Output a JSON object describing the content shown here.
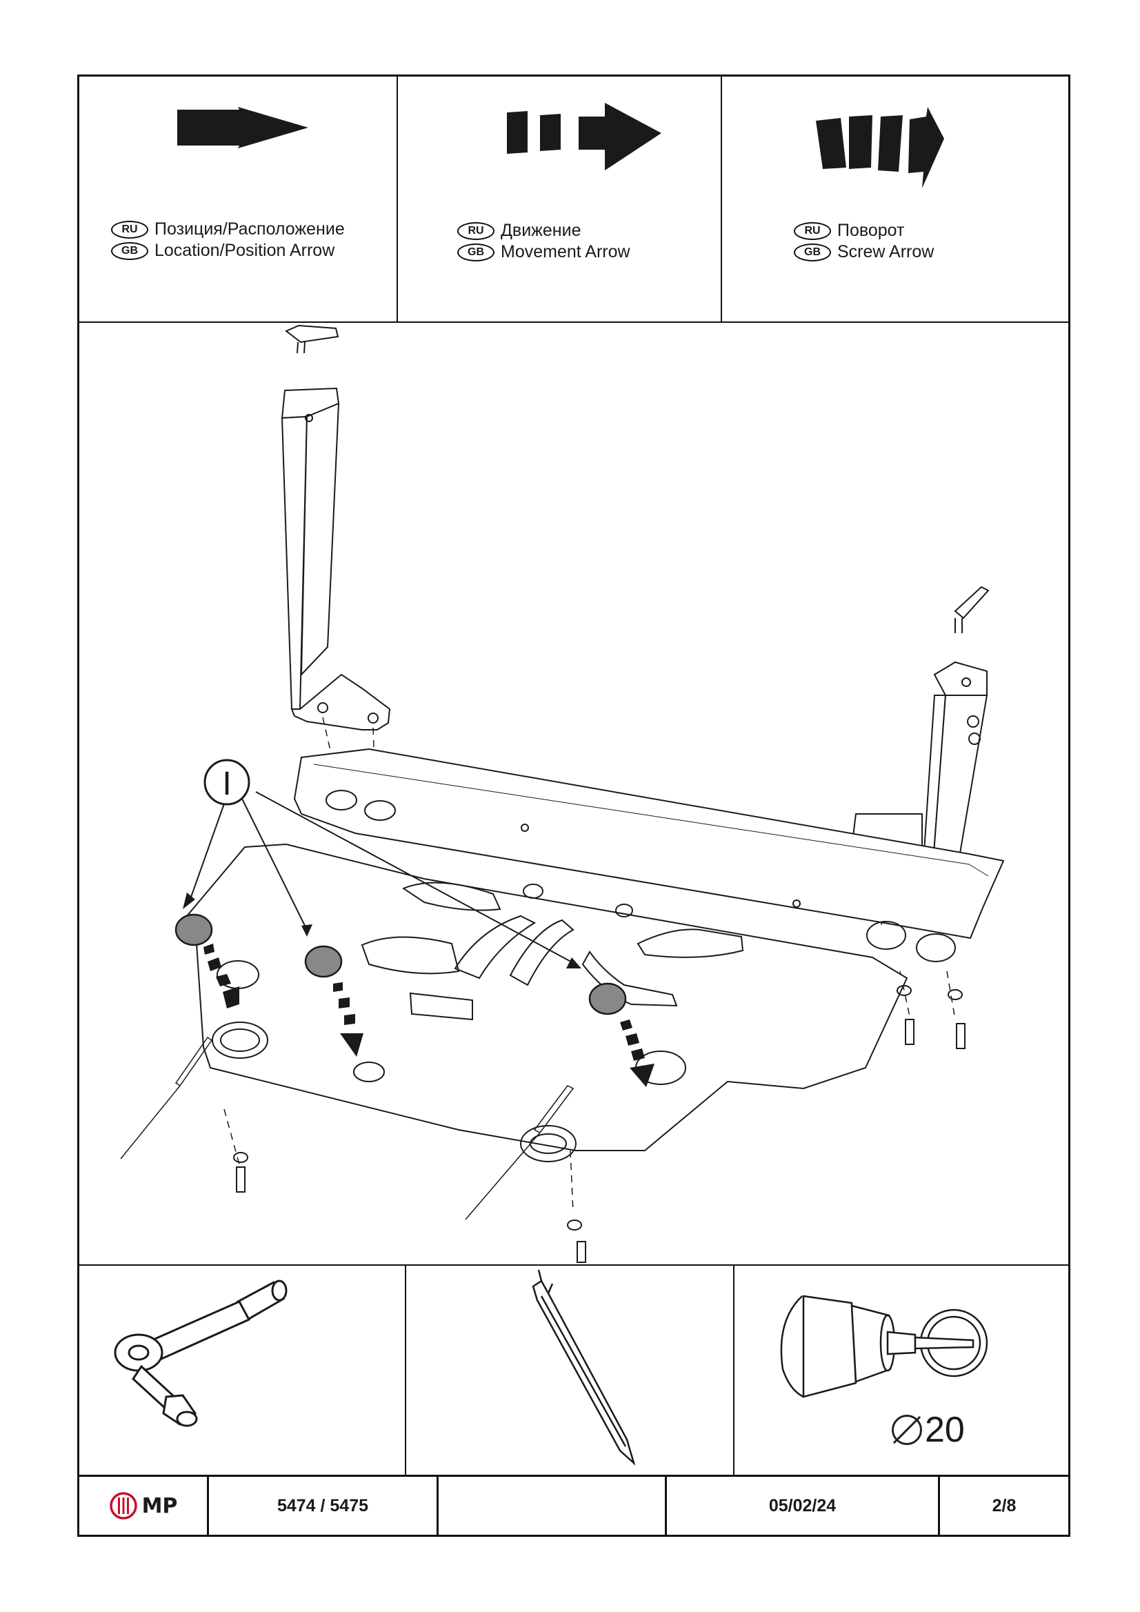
{
  "legend": [
    {
      "ru_badge": "RU",
      "ru_text": "Позиция/Расположение",
      "gb_badge": "GB",
      "gb_text": "Location/Position Arrow"
    },
    {
      "ru_badge": "RU",
      "ru_text": "Движение",
      "gb_badge": "GB",
      "gb_text": "Movement Arrow"
    },
    {
      "ru_badge": "RU",
      "ru_text": "Поворот",
      "gb_badge": "GB",
      "gb_text": "Screw Arrow"
    }
  ],
  "diagram": {
    "callout_label": "I"
  },
  "tools": {
    "t1_icon": "ratchet-wrench-icon",
    "t2_icon": "trim-removal-tool-icon",
    "t3_icon": "drill-hole-saw-icon",
    "hole_diameter": "20"
  },
  "footer": {
    "logo_text": "MP",
    "logo_color": "#c8102e",
    "part_number": "5474 / 5475",
    "blank": "",
    "date": "05/02/24",
    "page": "2/8"
  }
}
